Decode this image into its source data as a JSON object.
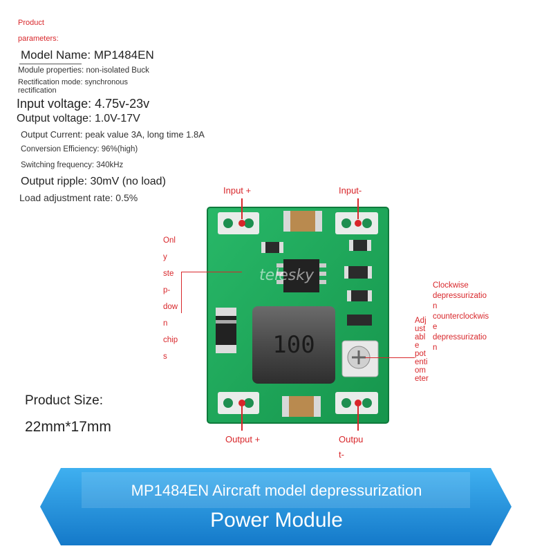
{
  "header": {
    "line1": "Product",
    "line2": "parameters:"
  },
  "params": {
    "model_name": "Model Name: MP1484EN",
    "module_properties": "Module properties: non-isolated Buck",
    "rectification_1": "Rectification mode: synchronous",
    "rectification_2": "rectification",
    "input_voltage": "Input voltage: 4.75v-23v",
    "output_voltage": "Output voltage: 1.0V-17V",
    "output_current": "Output Current: peak value 3A, long time 1.8A",
    "conversion_efficiency": "Conversion Efficiency: 96%(high)",
    "switching_frequency": "Switching frequency: 340kHz",
    "output_ripple": "Output ripple: 30mV (no load)",
    "load_adjustment": "Load adjustment rate: 0.5%"
  },
  "annotations": {
    "input_plus": "Input +",
    "input_minus": "Input-",
    "output_plus": "Output +",
    "output_minus_1": "Outpu",
    "output_minus_2": "t-",
    "only_stepdown": [
      "Onl",
      "y",
      "ste",
      "p-",
      "dow",
      "n",
      "chip",
      "s"
    ],
    "clockwise": [
      "Clockwise",
      "depressurizatio",
      "n",
      "counterclockwis",
      "e",
      "depressurizatio",
      "n"
    ],
    "adjustable_pot": [
      "Adj",
      "ust",
      "abl",
      "e",
      "pot",
      "enti",
      "om",
      "eter"
    ]
  },
  "board": {
    "inductor_marking": "100",
    "watermark": "telesky"
  },
  "size": {
    "label": "Product Size:",
    "value": "22mm*17mm"
  },
  "banner": {
    "line1": "MP1484EN Aircraft model depressurization",
    "line2": "Power Module",
    "color_light": "#3fb0f0",
    "color_dark": "#1479c9"
  },
  "colors": {
    "pcb_green": "#1fa85a",
    "annotation_red": "#d8262a"
  }
}
